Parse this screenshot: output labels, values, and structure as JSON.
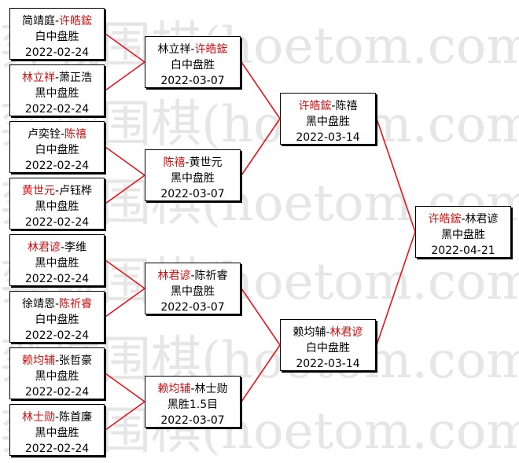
{
  "watermark": "弈城围棋(hoetom.com)",
  "connector_color": "#e8141b",
  "winner_color": "#d01010",
  "rounds": [
    {
      "matches": [
        {
          "a": "简靖庭",
          "b": "许皓鋐",
          "winner": "b",
          "result": "白中盘胜",
          "date": "2022-02-24"
        },
        {
          "a": "林立祥",
          "b": "萧正浩",
          "winner": "a",
          "result": "黑中盘胜",
          "date": "2022-02-24"
        },
        {
          "a": "卢奕铨",
          "b": "陈禧",
          "winner": "b",
          "result": "白中盘胜",
          "date": "2022-02-24"
        },
        {
          "a": "黄世元",
          "b": "卢钰桦",
          "winner": "a",
          "result": "黑中盘胜",
          "date": "2022-02-24"
        },
        {
          "a": "林君谚",
          "b": "李维",
          "winner": "a",
          "result": "黑中盘胜",
          "date": "2022-02-24"
        },
        {
          "a": "徐靖恩",
          "b": "陈祈睿",
          "winner": "b",
          "result": "白中盘胜",
          "date": "2022-02-24"
        },
        {
          "a": "赖均辅",
          "b": "张哲豪",
          "winner": "a",
          "result": "黑中盘胜",
          "date": "2022-02-24"
        },
        {
          "a": "林士勋",
          "b": "陈首廉",
          "winner": "a",
          "result": "黑中盘胜",
          "date": "2022-02-24"
        }
      ]
    },
    {
      "matches": [
        {
          "a": "林立祥",
          "b": "许皓鋐",
          "winner": "b",
          "result": "白中盘胜",
          "date": "2022-03-07"
        },
        {
          "a": "陈禧",
          "b": "黄世元",
          "winner": "a",
          "result": "黑中盘胜",
          "date": "2022-03-07"
        },
        {
          "a": "林君谚",
          "b": "陈祈睿",
          "winner": "a",
          "result": "黑中盘胜",
          "date": "2022-03-07"
        },
        {
          "a": "赖均辅",
          "b": "林士勋",
          "winner": "a",
          "result": "黑胜1.5目",
          "date": "2022-03-07"
        }
      ]
    },
    {
      "matches": [
        {
          "a": "许皓鋐",
          "b": "陈禧",
          "winner": "a",
          "result": "黑中盘胜",
          "date": "2022-03-14"
        },
        {
          "a": "赖均辅",
          "b": "林君谚",
          "winner": "b",
          "result": "白中盘胜",
          "date": "2022-03-14"
        }
      ]
    },
    {
      "matches": [
        {
          "a": "许皓鋐",
          "b": "林君谚",
          "winner": "a",
          "result": "黑中盘胜",
          "date": "2022-04-21"
        }
      ]
    }
  ]
}
